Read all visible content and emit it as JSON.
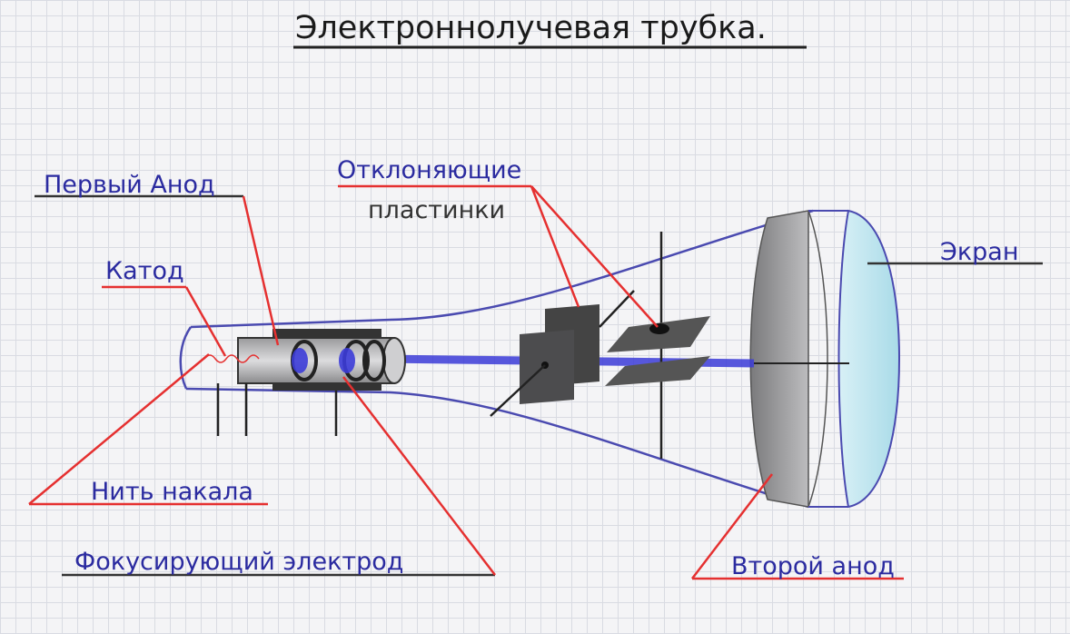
{
  "title": "Электроннолучевая трубка.",
  "labels": {
    "first_anode": "Первый Анод",
    "deflecting_line1": "Отклоняющие",
    "deflecting_line2": "пластинки",
    "cathode": "Катод",
    "screen": "Экран",
    "filament": "Нить накала",
    "focusing_electrode": "Фокусирующий электрод",
    "second_anode": "Второй анод"
  },
  "colors": {
    "leader_red": "#e53030",
    "label_blue": "#2b2ba0",
    "tube_outline": "#4a4ab0",
    "beam_blue": "#3c3cd8",
    "screen_fill": "#bfe4ee",
    "metal_gray": "#5a5a5c"
  }
}
